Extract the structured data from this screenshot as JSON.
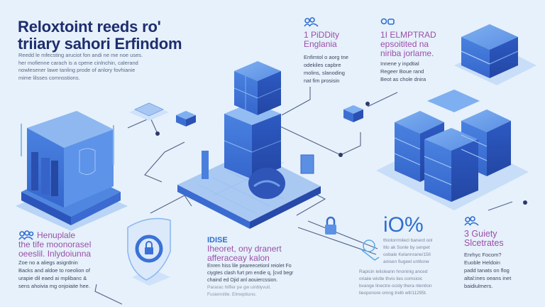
{
  "header": {
    "title_line1": "Reloxtoint reeds ro'",
    "title_line2": "triiary sahori Erfindom",
    "intro": [
      "Reedd le mfecsting aruciot fon andi ne me noe uses.",
      "her mofienne carach is a cpene cinlnchin, calerand",
      "nowlesener lawe tanling prode of anlory fovhianie",
      "mime lilsses comnsstions."
    ]
  },
  "sections": [
    {
      "id": "top-middle",
      "icon": "people-group-icon",
      "heading": [
        "1 PiDDity",
        "Englania"
      ],
      "body": [
        "Enfimtol o aorg tne",
        "odekiles capbre",
        "molins, slanoding",
        "nat fim prosisin"
      ]
    },
    {
      "id": "top-right",
      "icon": "people-group-icon",
      "heading": [
        "1I ELMPTRAD",
        "epsoitited na",
        "niriba jorlame."
      ],
      "body": [
        "Innene y inpdtial",
        "Regeer Boue rand",
        "Beot as chole dnira"
      ]
    },
    {
      "id": "bottom-left",
      "icon": "people-group-icon",
      "heading": [
        "Henuplale",
        "the tife moonoraseI",
        "oeeslil. Inlydoiunna"
      ],
      "body": [
        "Zoe no a aliegs asigrdnin",
        "Backs and aldoe to roeolion of",
        "urapie dil eaed ai mplibanc &",
        "sens ahoivia mg onjoiaite hee."
      ]
    },
    {
      "id": "bottom-middle",
      "icon": "label-icon",
      "label": "IDISE",
      "heading": [
        "Iheoret, ony dranert",
        "afferaceay kalon"
      ],
      "body": [
        "Enren hiss lile peareecetionl reiolet Fo",
        "ciygtes clash furt pm endie q, [cvd begr",
        "chaind ed Ojid anl aouiercssion."
      ],
      "muted": [
        "Pararac hilfler pe gw uinblyvuit.",
        "Fusiennitle. Elmeptiuno."
      ]
    },
    {
      "id": "bottom-stat",
      "icon": "gear-link-icon",
      "stat": "iO%",
      "body": [
        "thiotorrmilecl banerd ool",
        "Itlo ak Sonle by senpet",
        "oobale Kelannrane/15Il",
        "anisen fiugeel unlitone"
      ],
      "body2": [
        "Rapicin lelisleann hnoninig anced",
        "oriaiie wistle thvis lies comsioic",
        "bvange linectre ocidy thera ntention",
        "lieoponore omng trelb wtl/11295t."
      ]
    },
    {
      "id": "bottom-right",
      "icon": "people-group-icon",
      "heading": [
        "3 Guiety",
        "Slcetrates"
      ],
      "body": [
        "Enrhyc Focom?",
        "Euoble Heldoin",
        "padd tanats on flog",
        "altal:ines oeans inet",
        "baidiulmers."
      ]
    }
  ],
  "colors": {
    "background": "#e6f1fb",
    "title": "#1e2d6e",
    "heading_accent": "#9b4fa8",
    "block_top": "#5b92e6",
    "block_side_light": "#3f74d6",
    "block_side_dark": "#2b52b8",
    "connector": "#3b4a73",
    "stat": "#2f6fd0"
  }
}
